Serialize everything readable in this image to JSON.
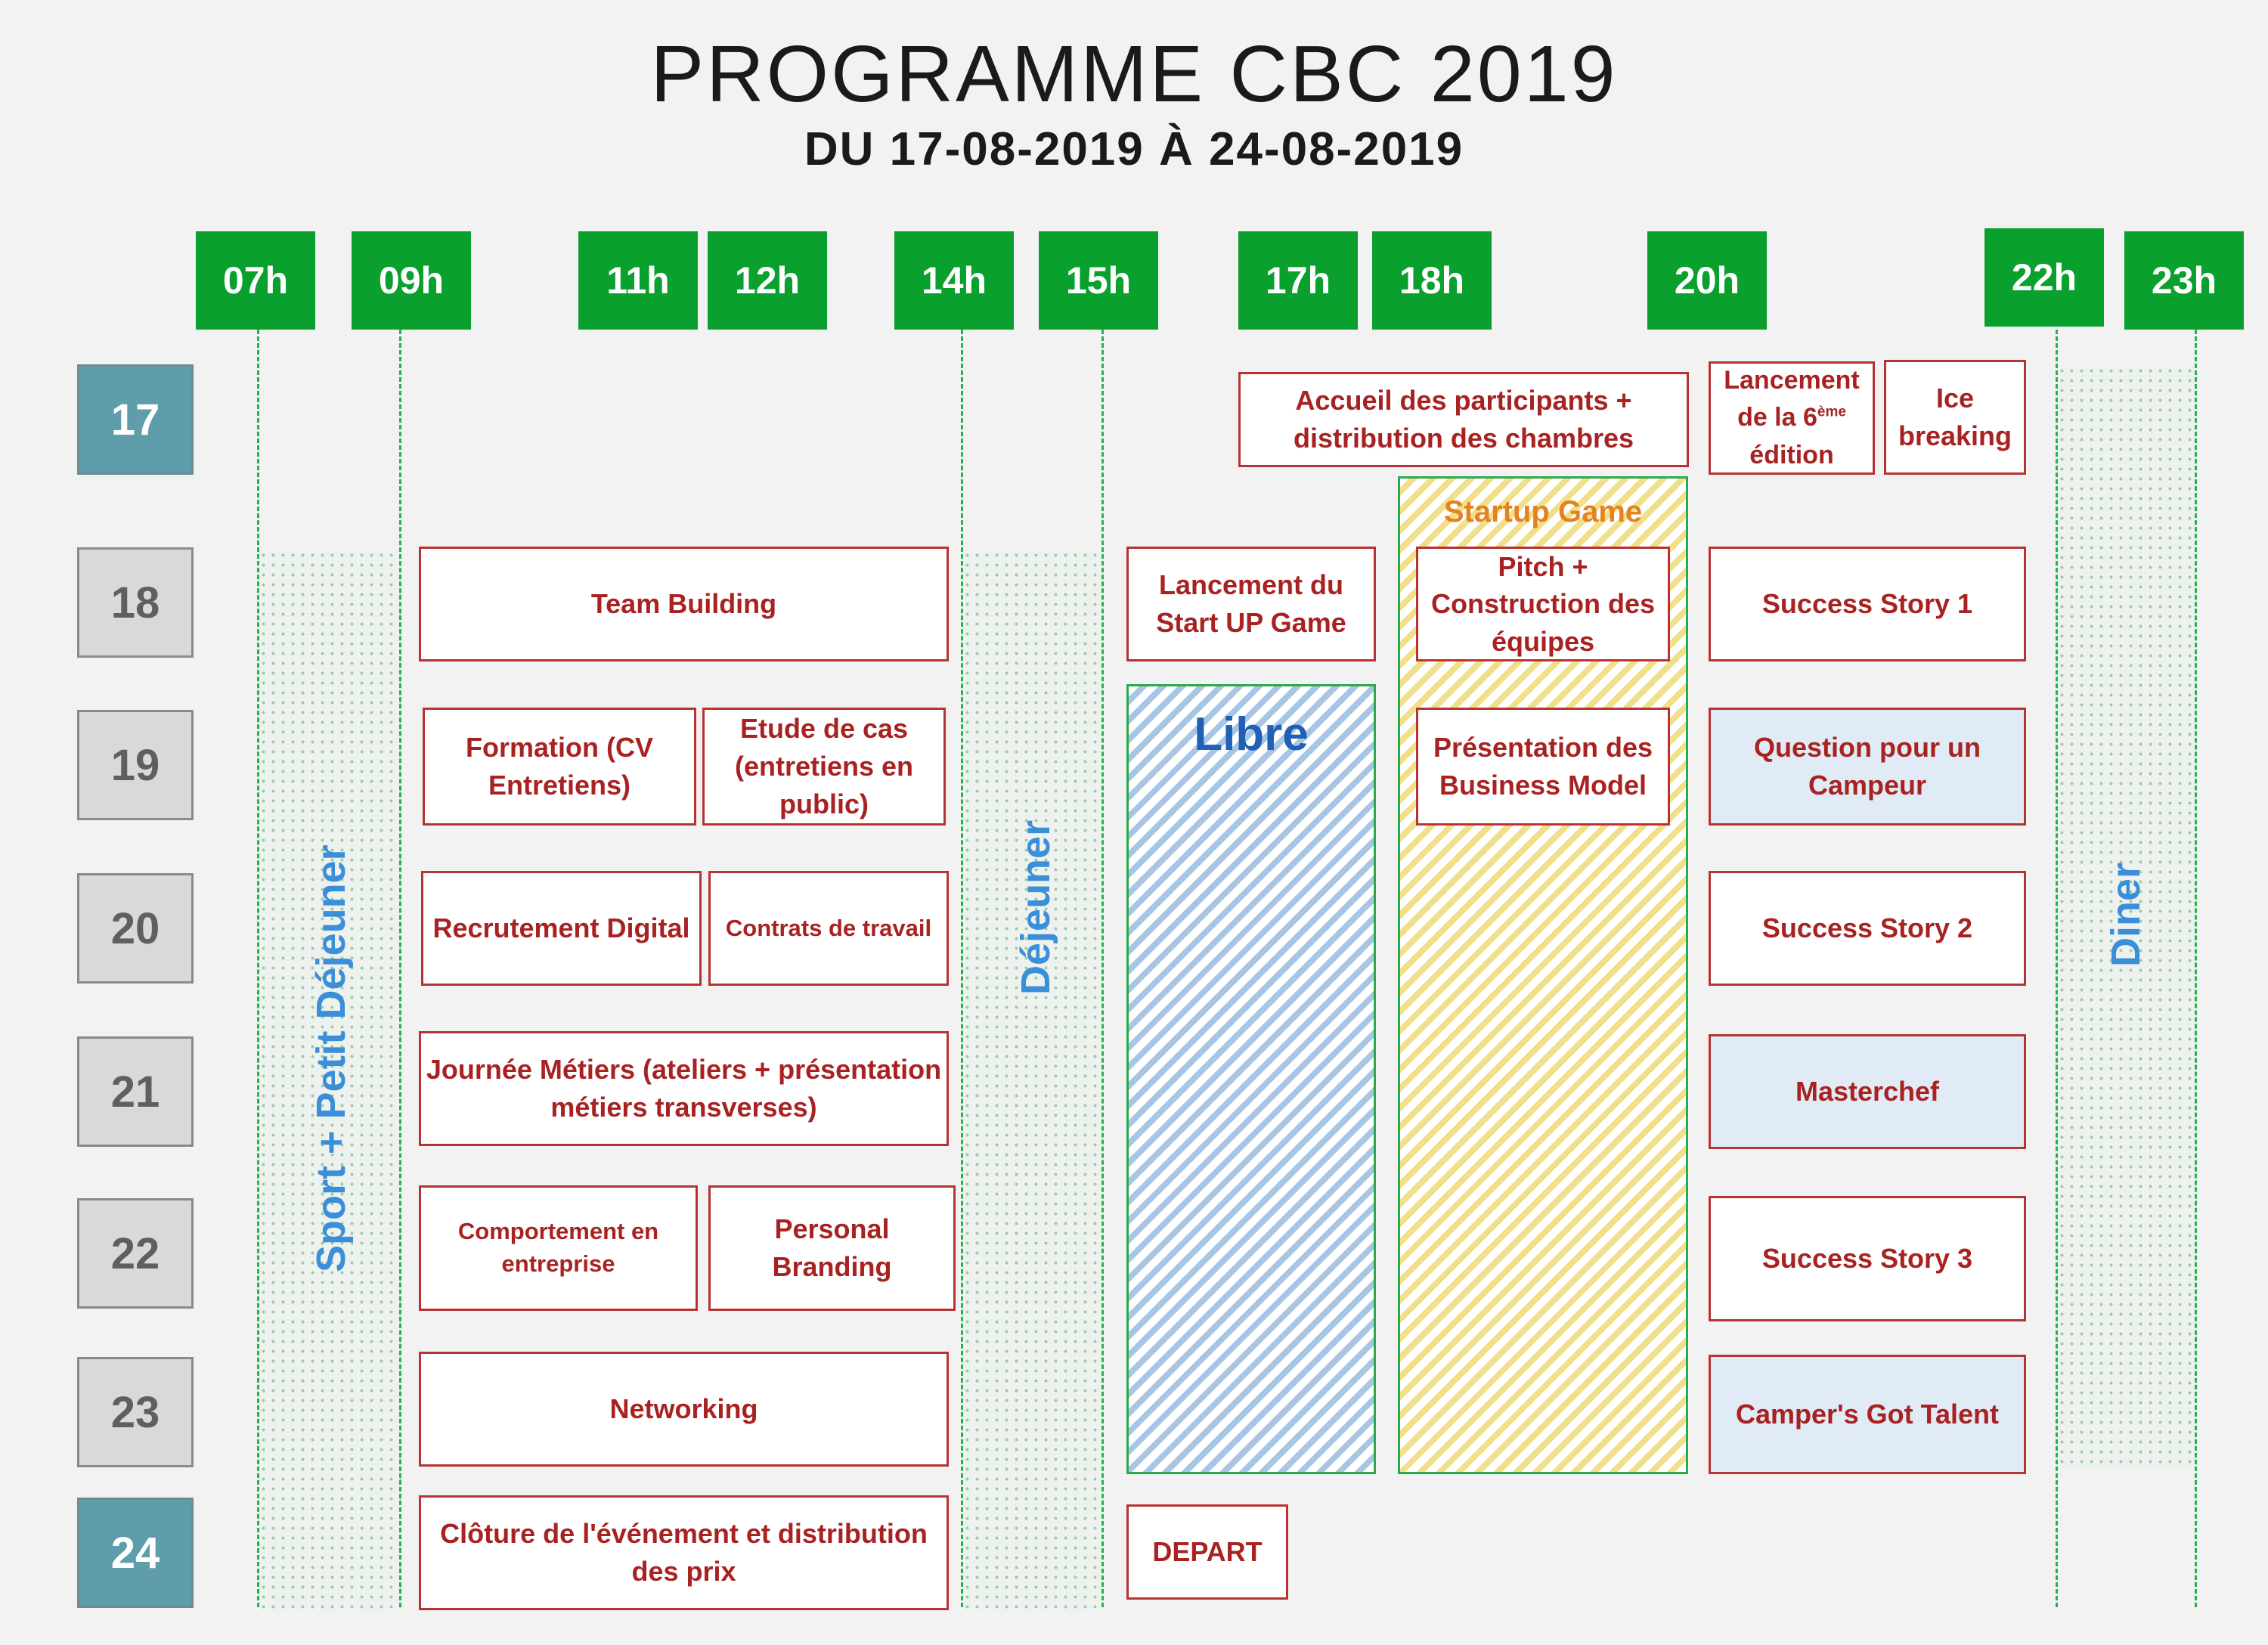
{
  "header": {
    "title": "PROGRAMME CBC 2019",
    "subtitle": "DU 17-08-2019 À 24-08-2019"
  },
  "hours": [
    "07h",
    "09h",
    "11h",
    "12h",
    "14h",
    "15h",
    "17h",
    "18h",
    "20h",
    "22h",
    "23h"
  ],
  "days": [
    "17",
    "18",
    "19",
    "20",
    "21",
    "22",
    "23",
    "24"
  ],
  "blocks": {
    "sport": "Sport + Petit Déjeuner",
    "dejeuner": "Déjeuner",
    "diner": "Diner",
    "libre": "Libre",
    "startup_game": "Startup Game"
  },
  "events": {
    "accueil": "Accueil des participants + distribution des chambres",
    "lancement_edition_pre": "Lancement de la 6",
    "lancement_edition_sup": "ème",
    "lancement_edition_post": "édition",
    "ice_breaking": "Ice breaking",
    "team_building": "Team Building",
    "lancement_startup": "Lancement du Start UP Game",
    "pitch": "Pitch + Construction des équipes",
    "success_story_1": "Success Story 1",
    "formation": "Formation (CV Entretiens)",
    "etude_cas": "Etude de cas (entretiens en public)",
    "presentation_bm": "Présentation des Business Model",
    "question_campeur": "Question pour un Campeur",
    "recrutement_digital": "Recrutement Digital",
    "contrats_travail": "Contrats de travail",
    "success_story_2": "Success Story 2",
    "journee_metiers": "Journée Métiers (ateliers + présentation métiers transverses)",
    "masterchef": "Masterchef",
    "comportement": "Comportement en entreprise",
    "personal_branding": "Personal Branding",
    "success_story_3": "Success Story 3",
    "networking": "Networking",
    "campers_talent": "Camper's Got Talent",
    "cloture": "Clôture de l'événement et distribution des prix",
    "depart": "DEPART"
  },
  "colors": {
    "hour_green": "#0aa02e",
    "event_border": "#b73333",
    "event_text": "#a82222",
    "day_teal": "#5e9da9",
    "block_text_blue": "#3b8fd8",
    "startup_orange": "#e3821f"
  }
}
